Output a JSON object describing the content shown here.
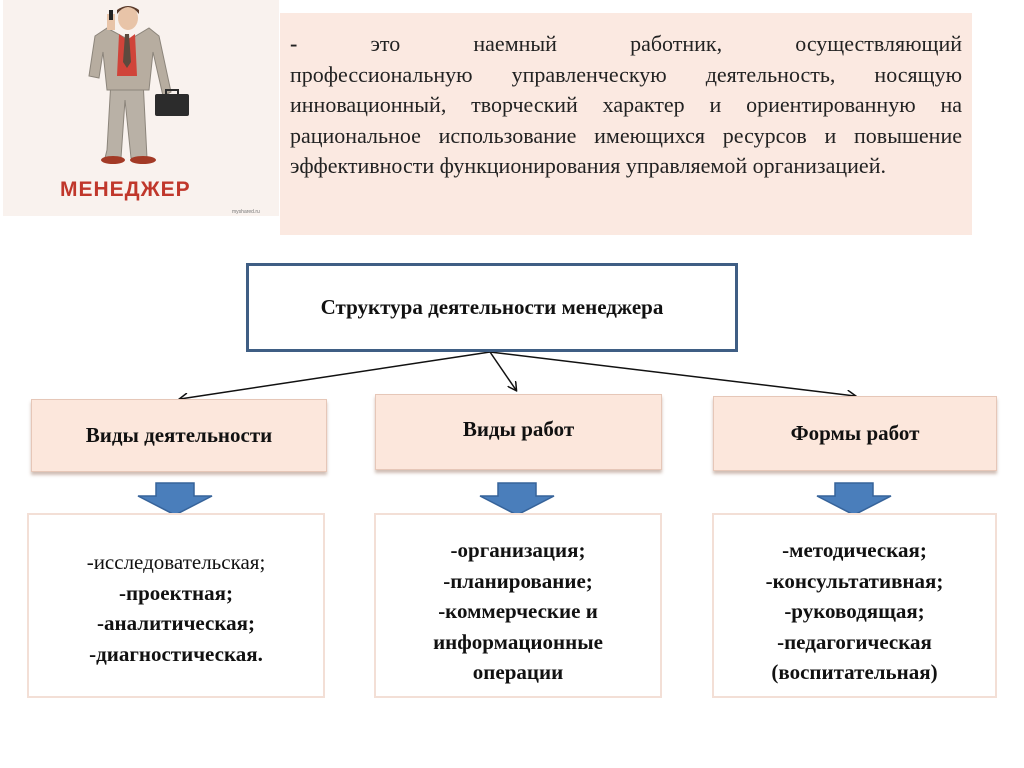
{
  "illustration": {
    "caption": "МЕНЕДЖЕР",
    "watermark": "myshared.ru"
  },
  "definition": {
    "line1_words": [
      "-",
      "это",
      "наемный",
      "работник,",
      "осуществляющий"
    ],
    "rest": "профессиональную управленческую деятельность, носящую инновационный, творческий характер и ориентированную на рациональное использование имеющихся ресурсов и повышение эффективности функционирования управляемой организацией."
  },
  "root": {
    "label": "Структура деятельности менеджера"
  },
  "categories": [
    {
      "label": "Виды деятельности"
    },
    {
      "label": "Виды работ"
    },
    {
      "label": "Формы работ"
    }
  ],
  "lists": [
    {
      "items": [
        "-исследовательская;",
        "-проектная;",
        "-аналитическая;",
        "-диагностическая."
      ]
    },
    {
      "items": [
        "-организация;",
        "-планирование;",
        "-коммерческие и",
        "информационные",
        "операции"
      ]
    },
    {
      "items": [
        "-методическая;",
        "-консультативная;",
        "-руководящая;",
        "-педагогическая",
        "(воспитательная)"
      ]
    }
  ],
  "colors": {
    "box_border": "#3f5e84",
    "category_fill": "#fce7dc",
    "definition_fill": "#fbe9e1",
    "down_arrow_fill": "#4a7ebb",
    "caption_red": "#c0372b"
  }
}
